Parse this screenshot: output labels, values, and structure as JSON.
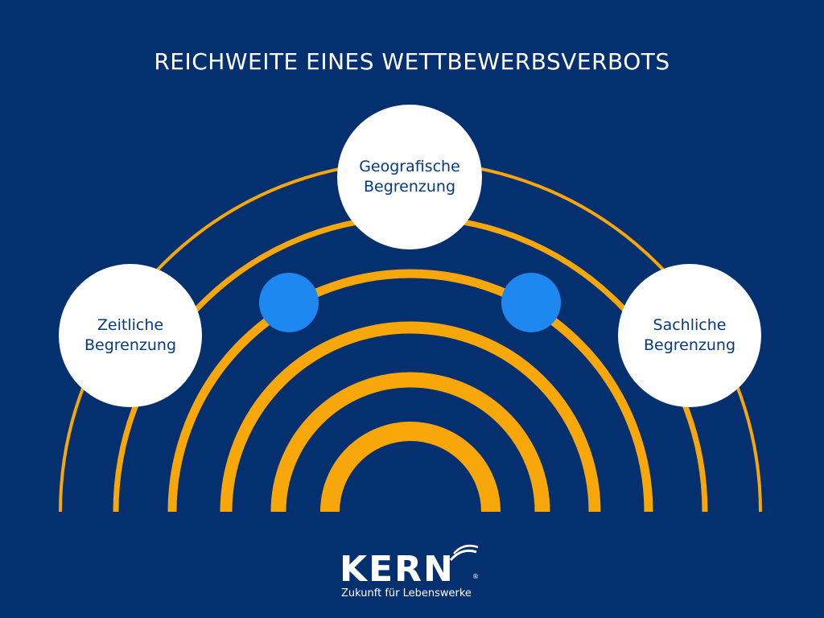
{
  "title": "REICHWEITE EINES WETTBEWERBSVERBOTS",
  "nodes": {
    "geo": {
      "line1": "Geografische",
      "line2": "Begrenzung"
    },
    "zeit": {
      "line1": "Zeitliche",
      "line2": "Begrenzung"
    },
    "sach": {
      "line1": "Sachliche",
      "line2": "Begrenzung"
    }
  },
  "logo": {
    "brand": "KERN",
    "registered": "®",
    "tagline": "Zukunft für Lebenswerke"
  },
  "colors": {
    "background": "#05306f",
    "arc": "#f7a70a",
    "node_fill": "#ffffff",
    "node_text": "#063a7d",
    "dot": "#1e88f0"
  }
}
